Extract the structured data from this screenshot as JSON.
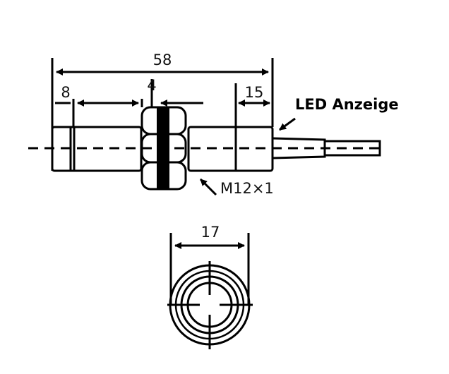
{
  "side_view": {
    "dim_total": "58",
    "dim_left": "8",
    "dim_nut": "4",
    "dim_right": "15",
    "led_label": "LED Anzeige",
    "thread_label": "M12×1"
  },
  "front_view": {
    "dim_diameter": "17"
  }
}
